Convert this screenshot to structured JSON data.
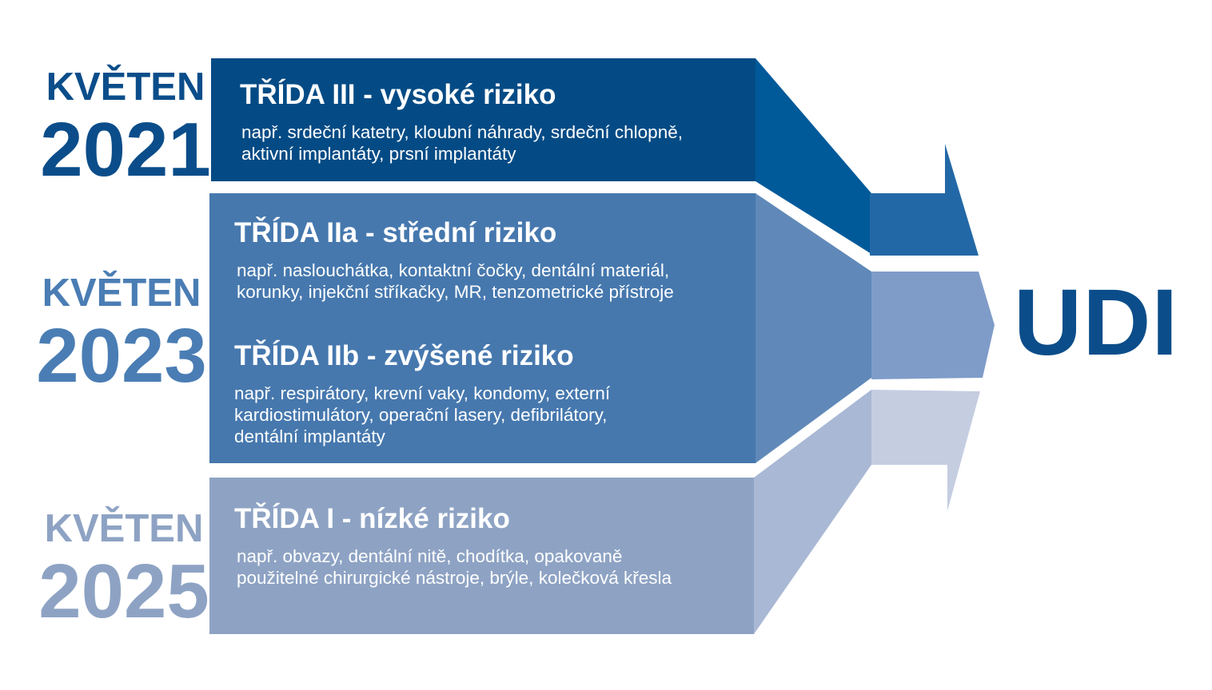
{
  "colors": {
    "tier1_box": "#044b85",
    "tier1_flow": "#005a9a",
    "tier1_arrow": "#2368a6",
    "tier2_box": "#4678ae",
    "tier2_flow": "#6089b9",
    "tier2_arrow": "#7f9cc9",
    "tier3_box": "#8ea3c4",
    "tier3_flow": "#a9b8d4",
    "tier3_arrow": "#c5cde1",
    "udi_text": "#0b4d8a"
  },
  "dates": [
    {
      "month": "KVĚTEN",
      "year": "2021"
    },
    {
      "month": "KVĚTEN",
      "year": "2023"
    },
    {
      "month": "KVĚTEN",
      "year": "2025"
    }
  ],
  "tiers": [
    {
      "title": "TŘÍDA III - vysoké riziko",
      "desc_lines": [
        "např. srdeční katetry, kloubní náhrady, srdeční chlopně,",
        "aktivní implantáty, prsní implantáty"
      ]
    },
    {
      "title": "TŘÍDA IIa - střední riziko",
      "desc_lines": [
        "např. naslouchátka, kontaktní čočky, dentální materiál,",
        "korunky, injekční stříkačky, MR, tenzometrické přístroje"
      ]
    },
    {
      "title": "TŘÍDA IIb - zvýšené riziko",
      "desc_lines": [
        "např. respirátory, krevní vaky, kondomy, externí",
        "kardiostimulátory, operační lasery, defibrilátory,",
        "dentální implantáty"
      ]
    },
    {
      "title": "TŘÍDA I - nízké riziko",
      "desc_lines": [
        "např. obvazy, dentální nitě, chodítka, opakovaně",
        "použitelné chirurgické nástroje, brýle, kolečková křesla"
      ]
    }
  ],
  "target": "UDI"
}
